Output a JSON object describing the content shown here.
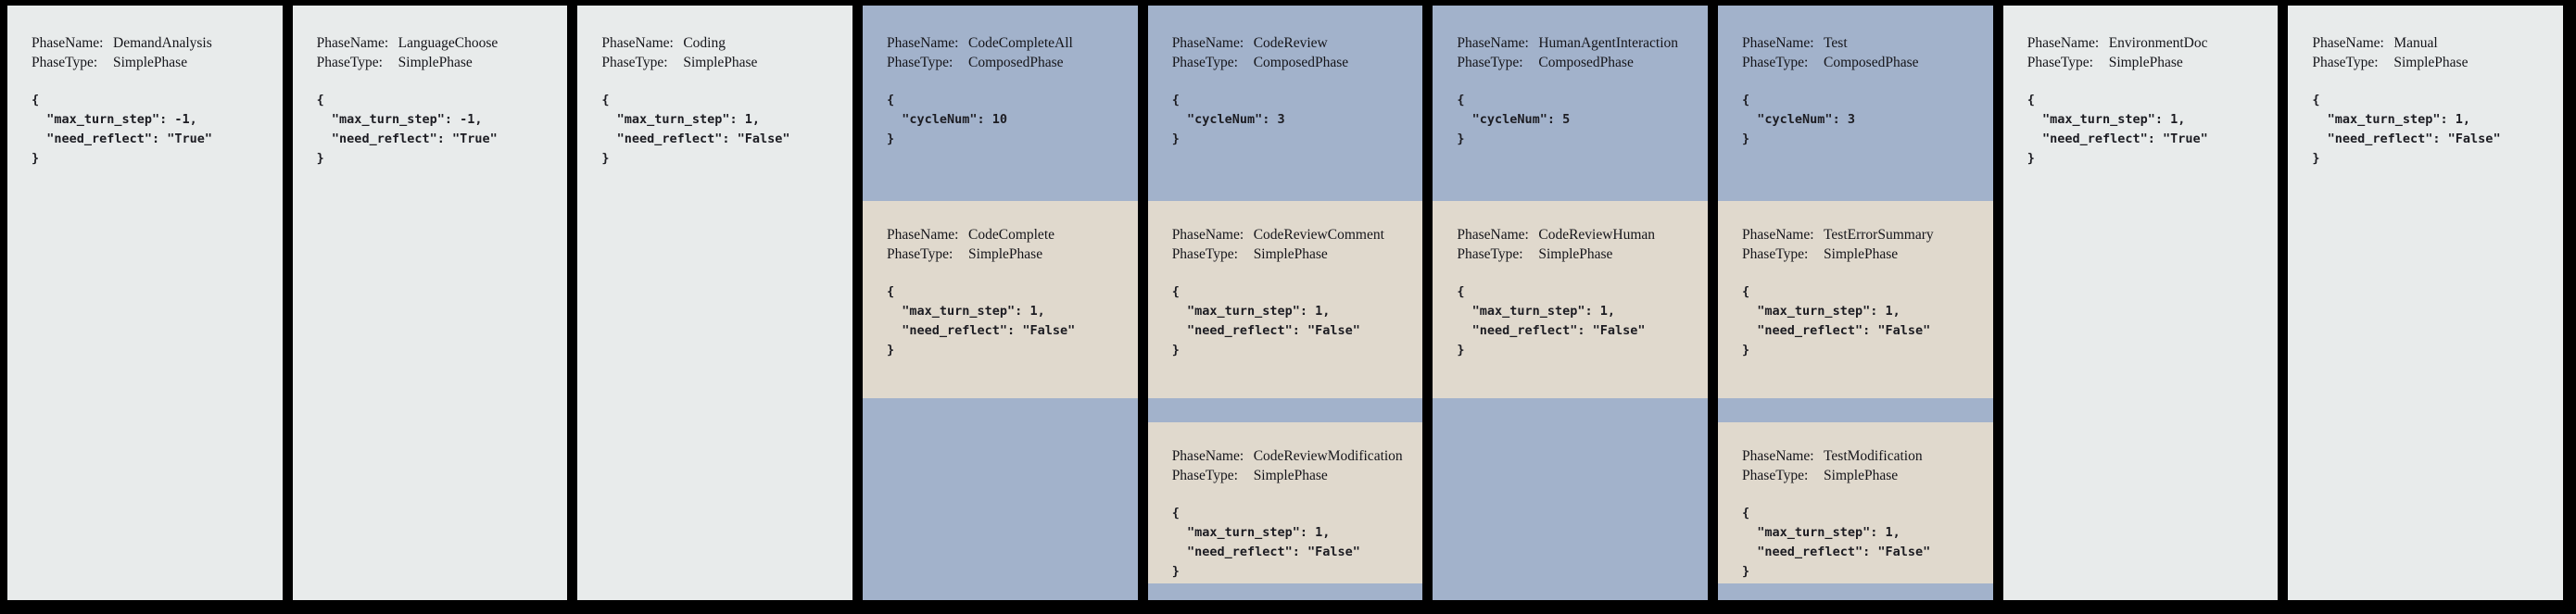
{
  "labels": {
    "phase_name": "PhaseName:",
    "phase_type": "PhaseType:"
  },
  "colors": {
    "canvas_background": "#000000",
    "simple_phase_bg": "#e8ebeb",
    "composed_phase_bg": "#a2b2cb",
    "sub_phase_bg": "#e0d9cd",
    "text": "#15151a"
  },
  "phases": [
    {
      "name": "DemandAnalysis",
      "type": "SimplePhase",
      "config": "{\n  \"max_turn_step\": -1,\n  \"need_reflect\": \"True\"\n}"
    },
    {
      "name": "LanguageChoose",
      "type": "SimplePhase",
      "config": "{\n  \"max_turn_step\": -1,\n  \"need_reflect\": \"True\"\n}"
    },
    {
      "name": "Coding",
      "type": "SimplePhase",
      "config": "{\n  \"max_turn_step\": 1,\n  \"need_reflect\": \"False\"\n}"
    },
    {
      "name": "CodeCompleteAll",
      "type": "ComposedPhase",
      "config": "{\n  \"cycleNum\": 10\n}",
      "children": [
        {
          "name": "CodeComplete",
          "type": "SimplePhase",
          "config": "{\n  \"max_turn_step\": 1,\n  \"need_reflect\": \"False\"\n}"
        }
      ]
    },
    {
      "name": "CodeReview",
      "type": "ComposedPhase",
      "config": "{\n  \"cycleNum\": 3\n}",
      "children": [
        {
          "name": "CodeReviewComment",
          "type": "SimplePhase",
          "config": "{\n  \"max_turn_step\": 1,\n  \"need_reflect\": \"False\"\n}"
        },
        {
          "name": "CodeReviewModification",
          "type": "SimplePhase",
          "config": "{\n  \"max_turn_step\": 1,\n  \"need_reflect\": \"False\"\n}"
        }
      ]
    },
    {
      "name": "HumanAgentInteraction",
      "type": "ComposedPhase",
      "config": "{\n  \"cycleNum\": 5\n}",
      "children": [
        {
          "name": "CodeReviewHuman",
          "type": "SimplePhase",
          "config": "{\n  \"max_turn_step\": 1,\n  \"need_reflect\": \"False\"\n}"
        }
      ]
    },
    {
      "name": "Test",
      "type": "ComposedPhase",
      "config": "{\n  \"cycleNum\": 3\n}",
      "children": [
        {
          "name": "TestErrorSummary",
          "type": "SimplePhase",
          "config": "{\n  \"max_turn_step\": 1,\n  \"need_reflect\": \"False\"\n}"
        },
        {
          "name": "TestModification",
          "type": "SimplePhase",
          "config": "{\n  \"max_turn_step\": 1,\n  \"need_reflect\": \"False\"\n}"
        }
      ]
    },
    {
      "name": "EnvironmentDoc",
      "type": "SimplePhase",
      "config": "{\n  \"max_turn_step\": 1,\n  \"need_reflect\": \"True\"\n}"
    },
    {
      "name": "Manual",
      "type": "SimplePhase",
      "config": "{\n  \"max_turn_step\": 1,\n  \"need_reflect\": \"False\"\n}"
    }
  ]
}
